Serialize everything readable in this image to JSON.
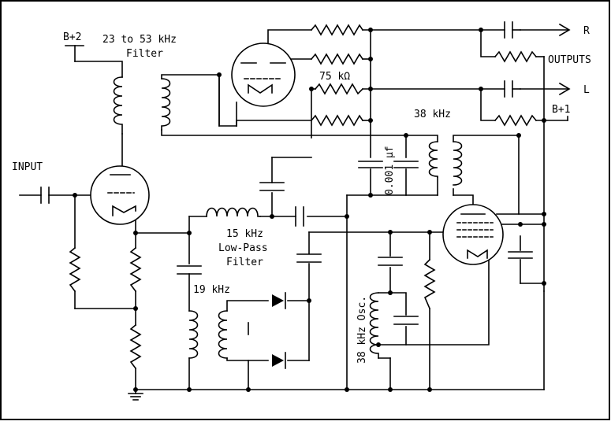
{
  "labels": {
    "b2": "B+2",
    "b1": "B+1",
    "filter_23_53_line1": "23 to 53 kHz",
    "filter_23_53_line2": "Filter",
    "input": "INPUT",
    "r": "R",
    "l": "L",
    "outputs": "OUTPUTS",
    "r75k": "75 kΩ",
    "khz38": "38 kHz",
    "cap001": "0.001 µf",
    "lpf_line1": "15 kHz",
    "lpf_line2": "Low-Pass",
    "lpf_line3": "Filter",
    "khz19": "19 kHz",
    "osc38": "38 kHz Osc."
  }
}
